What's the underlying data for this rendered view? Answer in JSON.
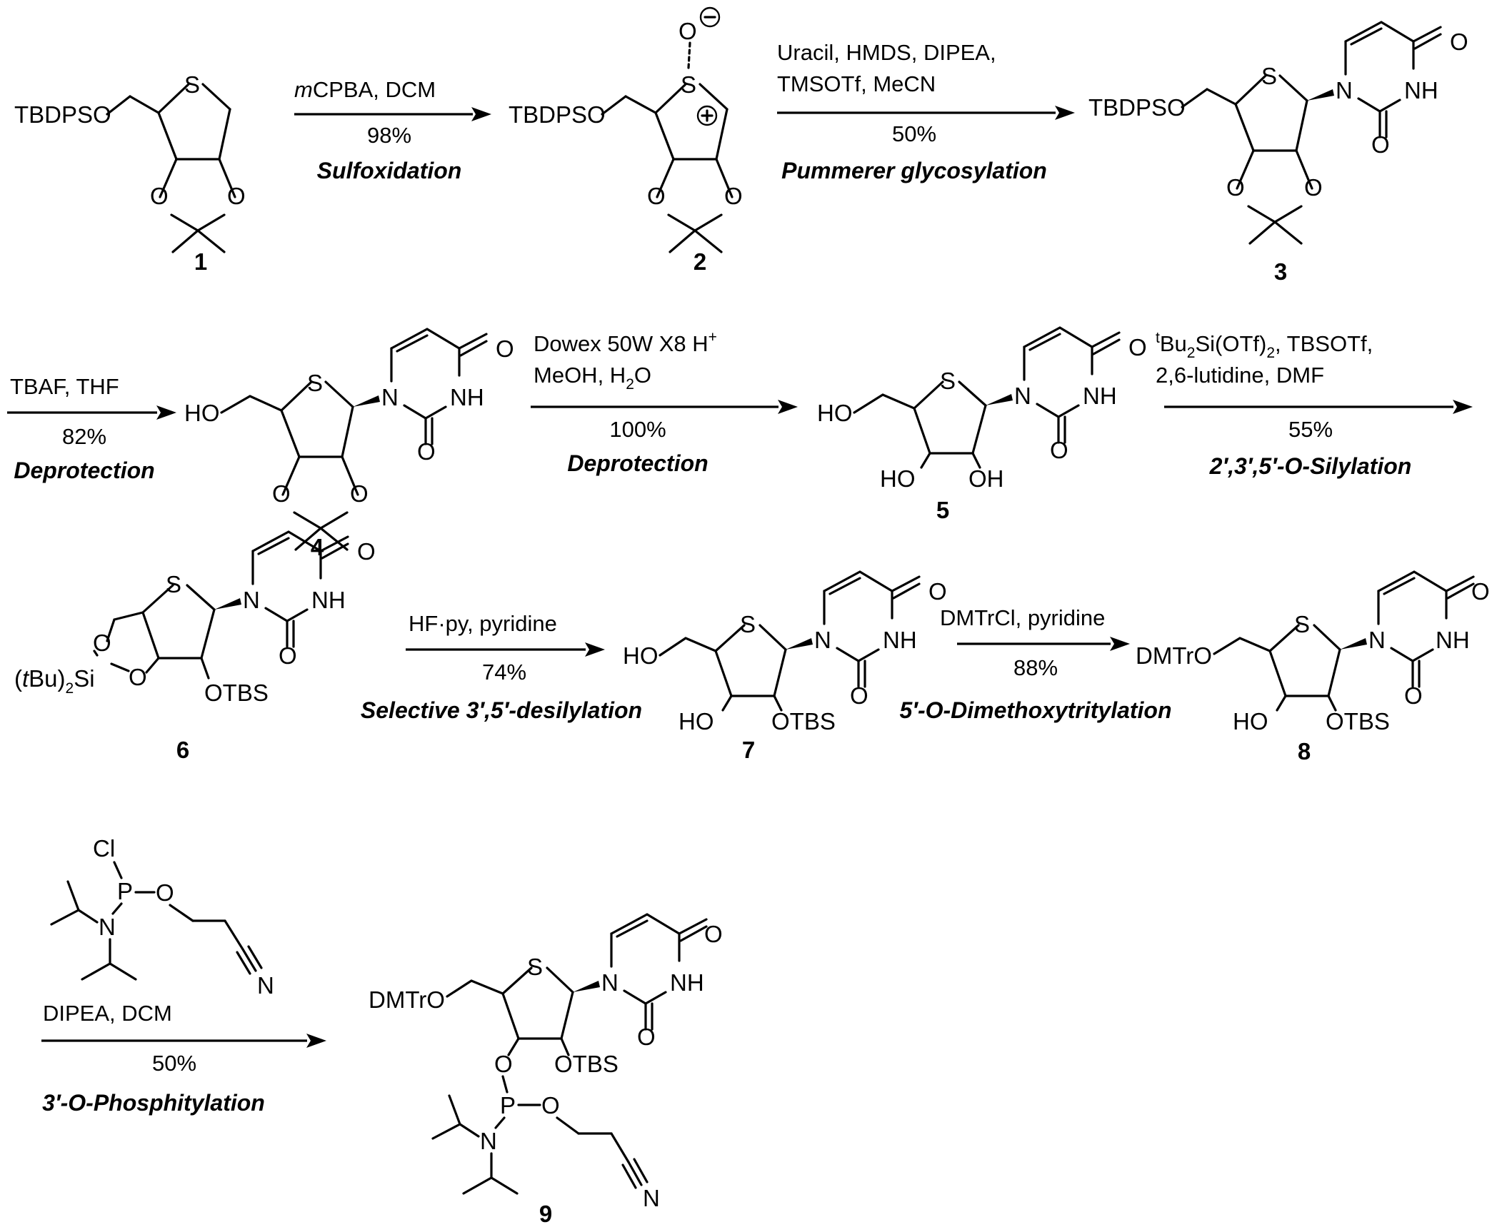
{
  "compounds": {
    "c1": "1",
    "c2": "2",
    "c3": "3",
    "c4": "4",
    "c5": "5",
    "c6": "6",
    "c7": "7",
    "c8": "8",
    "c9": "9"
  },
  "groups": {
    "tbdpso": "TBDPSO",
    "ho": "HO",
    "oh": "OH",
    "dmtro": "DMTrO",
    "otbs": "OTBS",
    "s": "S",
    "o": "O",
    "n": "N",
    "nh": "NH",
    "p": "P",
    "cl": "Cl",
    "si": "Si",
    "tbu2_open": "(",
    "tbu2_t": "t",
    "tbu2_close": "Bu)",
    "tbu2_sub": "2",
    "minus": "⊖",
    "plus": "+"
  },
  "steps": [
    {
      "reagents": [
        "mCPBA, DCM"
      ],
      "yield": "98%",
      "name": "Sulfoxidation"
    },
    {
      "reagents": [
        "Uracil, HMDS, DIPEA,",
        "TMSOTf, MeCN"
      ],
      "yield": "50%",
      "name": "Pummerer glycosylation"
    },
    {
      "reagents": [
        "TBAF, THF"
      ],
      "yield": "82%",
      "name": "Deprotection"
    },
    {
      "reagents": [
        "Dowex 50W X8 H",
        "MeOH, H"
      ],
      "yield": "100%",
      "name": "Deprotection"
    },
    {
      "reagents": [
        "Bu",
        "Si(OTf)",
        ", TBSOTf,",
        "2,6-lutidine, DMF"
      ],
      "yield": "55%",
      "name": "2′,3′,5′-O-Silylation"
    },
    {
      "reagents": [
        "HF·py, pyridine"
      ],
      "yield": "74%",
      "name": "Selective 3′,5′-desilylation"
    },
    {
      "reagents": [
        "DMTrCl, pyridine"
      ],
      "yield": "88%",
      "name": "5′-O-Dimethoxytritylation"
    },
    {
      "reagents": [
        "DIPEA, DCM"
      ],
      "yield": "50%",
      "name": "3′-O-Phosphitylation"
    }
  ],
  "reagent_parts": {
    "mcpba_m": "m",
    "mcpba_rest": "CPBA, DCM",
    "h_plus": "+",
    "h2o_end": "O",
    "sub2": "2",
    "sup_t": "t",
    "sup_plus": "+"
  }
}
